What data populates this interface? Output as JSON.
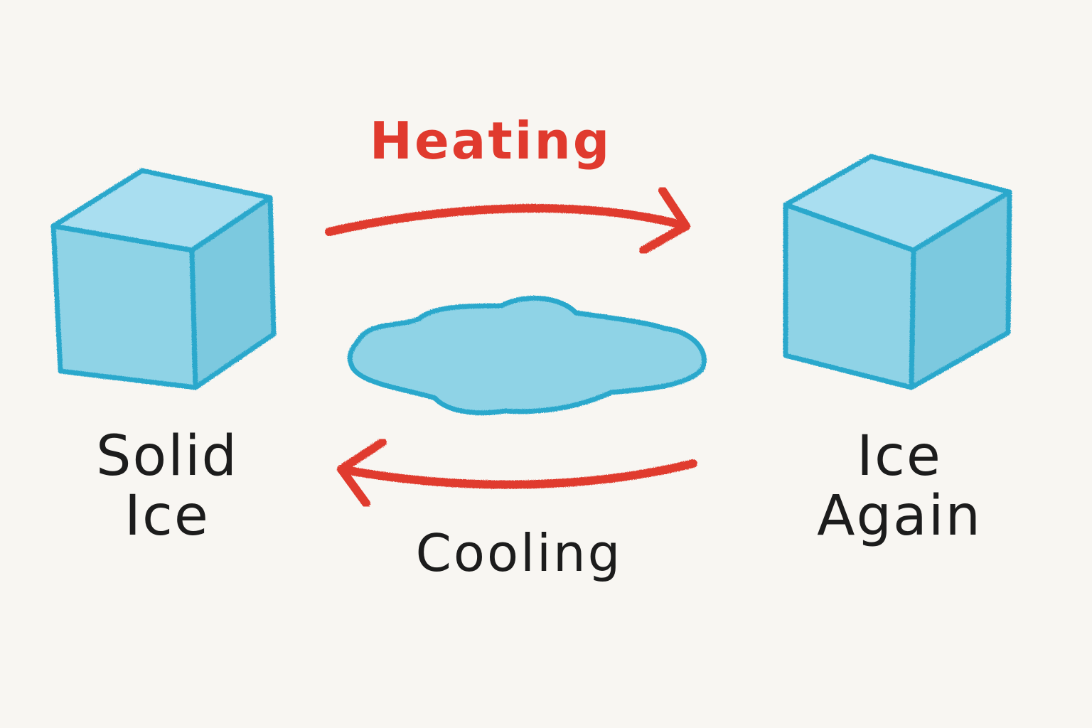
{
  "diagram": {
    "left_state": {
      "line1": "Solid",
      "line2": "Ice"
    },
    "right_state": {
      "line1": "Ice",
      "line2": "Again"
    },
    "forward_process": "Heating",
    "reverse_process": "Cooling",
    "middle_state_icon": "water-puddle-icon"
  },
  "colors": {
    "ice_fill": "#8fd3e6",
    "ice_stroke": "#2aa8cc",
    "arrow": "#e03a2e",
    "heating_text": "#e03a2e",
    "text": "#1c1c1c",
    "background": "#f8f6f2"
  }
}
